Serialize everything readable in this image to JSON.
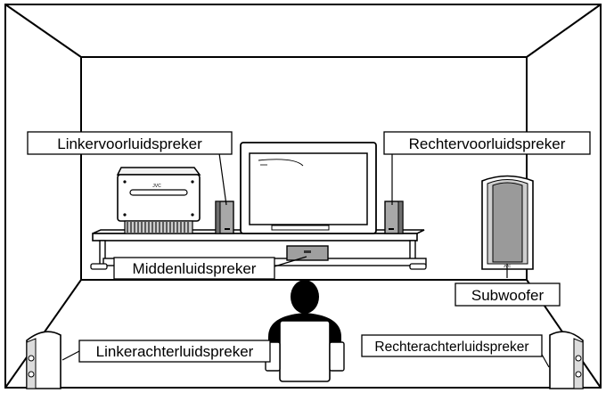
{
  "labels": {
    "front_left": "Linkervoorluidspreker",
    "front_right": "Rechtervoorluidspreker",
    "center": "Middenluidspreker",
    "subwoofer": "Subwoofer",
    "rear_left": "Linkerachterluidspreker",
    "rear_right": "Rechterachterluidspreker"
  },
  "brand": {
    "logo_text": "JVC"
  },
  "colors": {
    "line": "#000000",
    "speaker_gray": "#9a9a9a",
    "dark_gray": "#555555",
    "light_gray": "#d8d8d8"
  }
}
